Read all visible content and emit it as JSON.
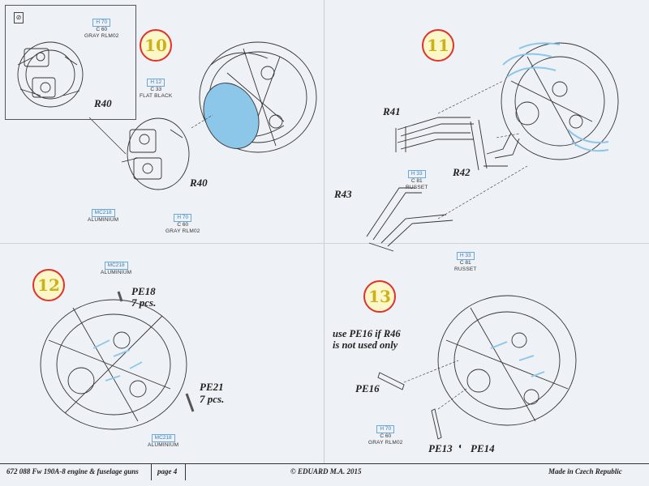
{
  "steps": {
    "s10": "10",
    "s11": "11",
    "s12": "12",
    "s13": "13"
  },
  "parts": {
    "r40_inset": "R40",
    "r40_main": "R40",
    "r41": "R41",
    "r42": "R42",
    "r43": "R43",
    "pe18": "PE18",
    "pe18_qty": "7 pcs.",
    "pe21": "PE21",
    "pe21_qty": "7 pcs.",
    "pe16": "PE16",
    "pe13": "PE13",
    "pe14": "PE14"
  },
  "note": {
    "line1": "use PE16 if R46",
    "line2": "is not used only"
  },
  "paints": {
    "inset_gray": {
      "code": "H 70",
      "code2": "C 60",
      "name": "GRAY RLM02"
    },
    "flat_black": {
      "code": "H 12",
      "code2": "C 33",
      "name": "FLAT BLACK"
    },
    "alu_10": {
      "code": "MC218",
      "code2": "",
      "name": "ALUMINIUM"
    },
    "gray_10": {
      "code": "H 70",
      "code2": "C 60",
      "name": "GRAY RLM02"
    },
    "russet_r41": {
      "code": "H 33",
      "code2": "C 81",
      "name": "RUSSET"
    },
    "russet_r43": {
      "code": "H 33",
      "code2": "C 81",
      "name": "RUSSET"
    },
    "alu_12_top": {
      "code": "MC218",
      "code2": "",
      "name": "ALUMINIUM"
    },
    "alu_12_bot": {
      "code": "MC218",
      "code2": "",
      "name": "ALUMINIUM"
    },
    "gray_13": {
      "code": "H 70",
      "code2": "C 60",
      "name": "GRAY RLM02"
    }
  },
  "footer": {
    "kit": "672 088  Fw 190A-8 engine & fuselage guns",
    "page": "page 4",
    "copyright": "© EDUARD  M.A. 2015",
    "made": "Made in Czech Republic"
  },
  "icons": {
    "inset_marker": "paint-can-icon",
    "both_sides": "half-circle-icon"
  },
  "colors": {
    "badge_ring": "#e0312b",
    "badge_fill": "#fbf7c9",
    "highlight": "#8cc6e8",
    "blue_text": "#3b7fc0"
  }
}
